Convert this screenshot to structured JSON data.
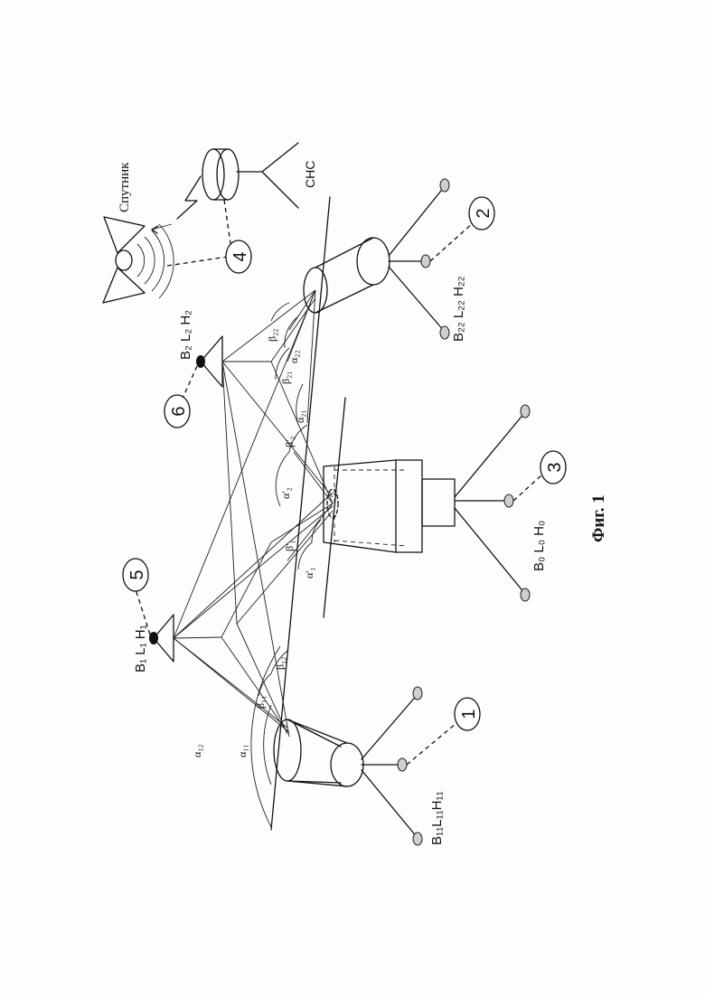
{
  "figure": {
    "caption": "Фиг. 1",
    "satellite": "Спутник",
    "sns": "СНС",
    "units": [
      {
        "num": "1",
        "coords": "B₁₁L₁₁H₁₁"
      },
      {
        "num": "2",
        "coords": "B₂₂ L₂₂ H₂₂"
      },
      {
        "num": "3",
        "coords": "B₀  L₀  H₀"
      },
      {
        "num": "4",
        "coords": ""
      },
      {
        "num": "5",
        "coords": "B₁  L₁  H₁"
      },
      {
        "num": "6",
        "coords": "B₂  L₂  H₂"
      }
    ],
    "angles": {
      "a12": "α₁₂",
      "a11": "α₁₁",
      "b11": "β₁₁",
      "b12": "β₁₂",
      "a1": "α'₁",
      "b1": "β'₁",
      "a2": "α'₂",
      "b2": "β'₂",
      "a21": "α₂₁",
      "b21": "β₂₁",
      "a22": "α₂₂",
      "b22": "β₂₂"
    }
  }
}
